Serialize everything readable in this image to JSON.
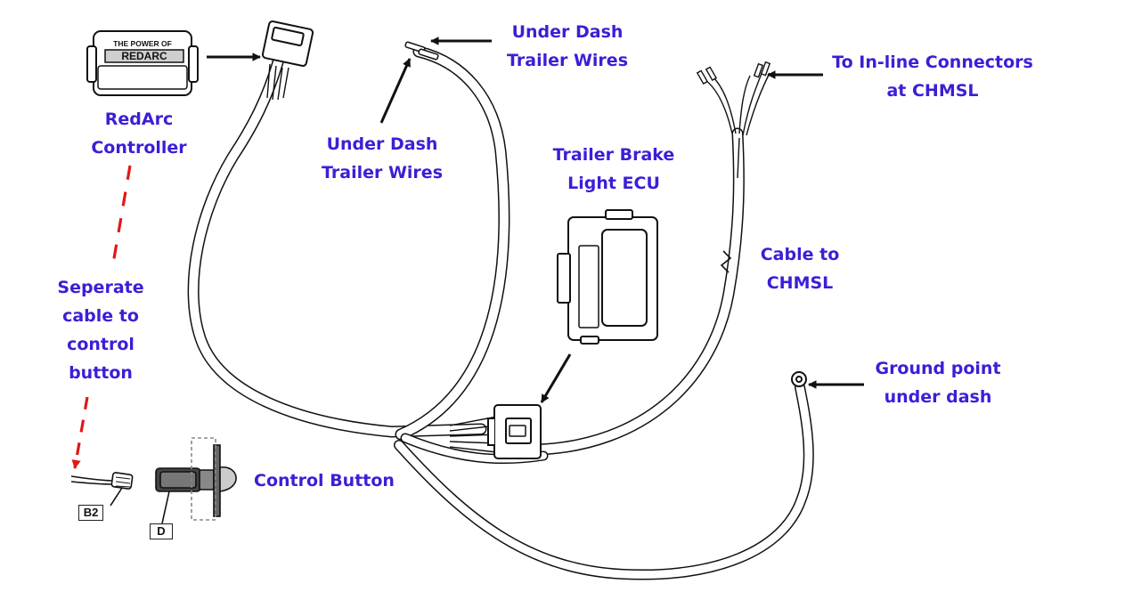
{
  "colors": {
    "label": "#3a1fd6",
    "line": "#111111",
    "red": "#e01818"
  },
  "controller": {
    "brand_top": "THE POWER OF",
    "brand_name": "REDARC",
    "label_lines": [
      "RedArc",
      "Controller"
    ]
  },
  "labels": {
    "under_dash_top": [
      "Under Dash",
      "Trailer Wires"
    ],
    "under_dash_left": [
      "Under Dash",
      "Trailer Wires"
    ],
    "trailer_brake_ecu": [
      "Trailer Brake",
      "Light ECU"
    ],
    "inline_connectors": [
      "To In-line Connectors",
      "at CHMSL"
    ],
    "cable_chmsl": [
      "Cable to",
      "CHMSL"
    ],
    "separate_cable": [
      "Seperate",
      "cable to",
      "control",
      "button"
    ],
    "ground_point": [
      "Ground point",
      "under dash"
    ],
    "control_button": [
      "Control Button"
    ]
  },
  "tags": {
    "b2": "B2",
    "d": "D"
  }
}
